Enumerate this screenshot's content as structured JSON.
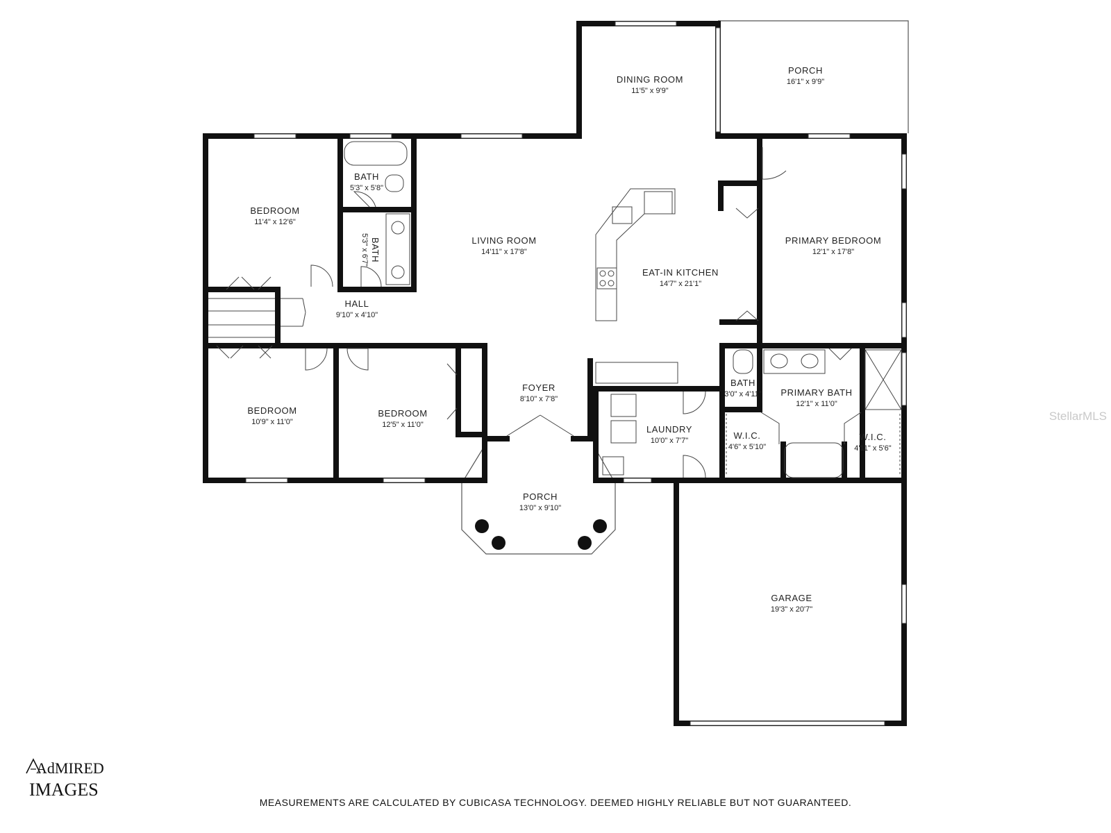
{
  "floorplan": {
    "rooms": [
      {
        "id": "dining-room",
        "name": "DINING ROOM",
        "dims": "11'5\" x 9'9\""
      },
      {
        "id": "porch-rear",
        "name": "PORCH",
        "dims": "16'1\" x 9'9\""
      },
      {
        "id": "bedroom-1",
        "name": "BEDROOM",
        "dims": "11'4\" x 12'6\""
      },
      {
        "id": "bath-1",
        "name": "BATH",
        "dims": "5'3\" x 5'8\""
      },
      {
        "id": "bath-2",
        "name": "BATH",
        "dims": "5'3\" x 6'7\""
      },
      {
        "id": "living-room",
        "name": "LIVING ROOM",
        "dims": "14'11\" x 17'8\""
      },
      {
        "id": "eat-in-kitchen",
        "name": "EAT-IN KITCHEN",
        "dims": "14'7\" x 21'1\""
      },
      {
        "id": "primary-bedroom",
        "name": "PRIMARY BEDROOM",
        "dims": "12'1\" x 17'8\""
      },
      {
        "id": "hall",
        "name": "HALL",
        "dims": "9'10\" x 4'10\""
      },
      {
        "id": "bedroom-2",
        "name": "BEDROOM",
        "dims": "10'9\" x 11'0\""
      },
      {
        "id": "bedroom-3",
        "name": "BEDROOM",
        "dims": "12'5\" x 11'0\""
      },
      {
        "id": "foyer",
        "name": "FOYER",
        "dims": "8'10\" x 7'8\""
      },
      {
        "id": "laundry",
        "name": "LAUNDRY",
        "dims": "10'0\" x 7'7\""
      },
      {
        "id": "bath-3",
        "name": "BATH",
        "dims": "3'0\" x 4'11\""
      },
      {
        "id": "primary-bath",
        "name": "PRIMARY BATH",
        "dims": "12'1\" x 11'0\""
      },
      {
        "id": "wic-1",
        "name": "W.I.C.",
        "dims": "4'6\" x 5'10\""
      },
      {
        "id": "wic-2",
        "name": "W.I.C.",
        "dims": "4'11\" x 5'6\""
      },
      {
        "id": "porch-front",
        "name": "PORCH",
        "dims": "13'0\" x 9'10\""
      },
      {
        "id": "garage",
        "name": "GARAGE",
        "dims": "19'3\" x 20'7\""
      }
    ]
  },
  "logo": {
    "line1": "AdMIRED",
    "line2": "IMAGES"
  },
  "watermark": "StellarMLS",
  "disclaimer": "MEASUREMENTS ARE CALCULATED BY CUBICASA TECHNOLOGY. DEEMED HIGHLY RELIABLE BUT NOT GUARANTEED.",
  "colors": {
    "wall": "#111111",
    "thin_line": "#444444",
    "background": "#ffffff"
  }
}
